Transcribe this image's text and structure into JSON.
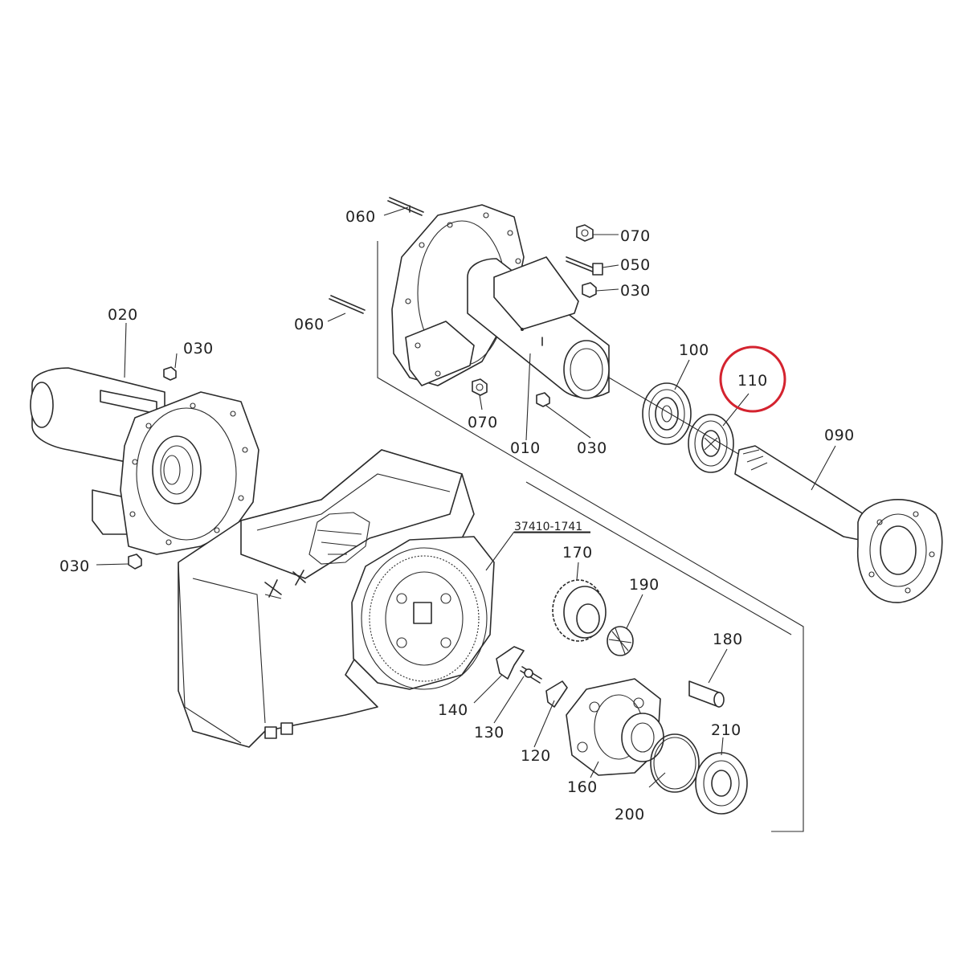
{
  "diagram": {
    "callouts": [
      {
        "id": "c060a",
        "text": "060"
      },
      {
        "id": "c070a",
        "text": "070"
      },
      {
        "id": "c050",
        "text": "050"
      },
      {
        "id": "c030a",
        "text": "030"
      },
      {
        "id": "c060b",
        "text": "060"
      },
      {
        "id": "c100",
        "text": "100"
      },
      {
        "id": "c110",
        "text": "110"
      },
      {
        "id": "c020",
        "text": "020"
      },
      {
        "id": "c030b",
        "text": "030"
      },
      {
        "id": "c070b",
        "text": "070"
      },
      {
        "id": "c010",
        "text": "010"
      },
      {
        "id": "c030c",
        "text": "030"
      },
      {
        "id": "c090",
        "text": "090"
      },
      {
        "id": "c030d",
        "text": "030"
      },
      {
        "id": "c37410",
        "text": "37410-1741"
      },
      {
        "id": "c170",
        "text": "170"
      },
      {
        "id": "c190",
        "text": "190"
      },
      {
        "id": "c180",
        "text": "180"
      },
      {
        "id": "c140",
        "text": "140"
      },
      {
        "id": "c130",
        "text": "130"
      },
      {
        "id": "c120",
        "text": "120"
      },
      {
        "id": "c160",
        "text": "160"
      },
      {
        "id": "c210",
        "text": "210"
      },
      {
        "id": "c200",
        "text": "200"
      }
    ],
    "highlight": {
      "part": "110",
      "color": "#d4232f"
    }
  }
}
